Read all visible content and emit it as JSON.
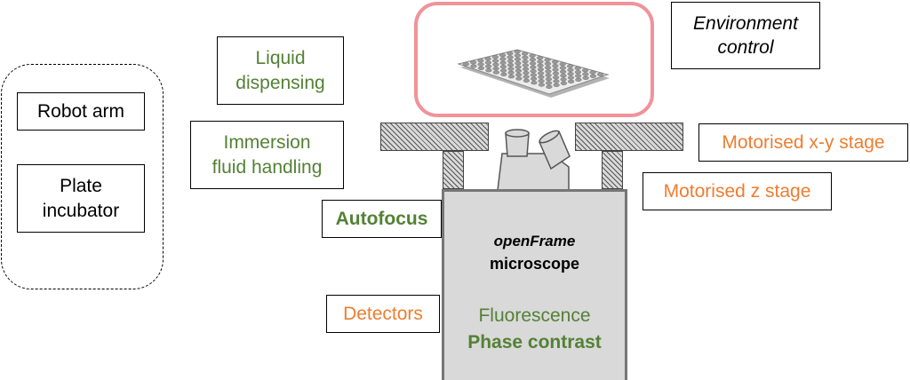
{
  "external": {
    "robot_arm": "Robot arm",
    "plate_incubator_line1": "Plate",
    "plate_incubator_line2": "incubator"
  },
  "modules": {
    "liquid_line1": "Liquid",
    "liquid_line2": "dispensing",
    "immersion_line1": "Immersion",
    "immersion_line2": "fluid handling",
    "autofocus": "Autofocus",
    "environment_line1": "Environment",
    "environment_line2": "control",
    "xy_stage": "Motorised x-y stage",
    "z_stage": "Motorised z stage",
    "detectors": "Detectors"
  },
  "microscope": {
    "name_italic": "openFrame",
    "name_rest": "microscope",
    "fluorescence": "Fluorescence",
    "phase_contrast": "Phase contrast"
  },
  "colors": {
    "green": "#538135",
    "orange": "#ED7D31",
    "plate_frame": "#f0939a",
    "body_gray": "#d9d9d9"
  }
}
